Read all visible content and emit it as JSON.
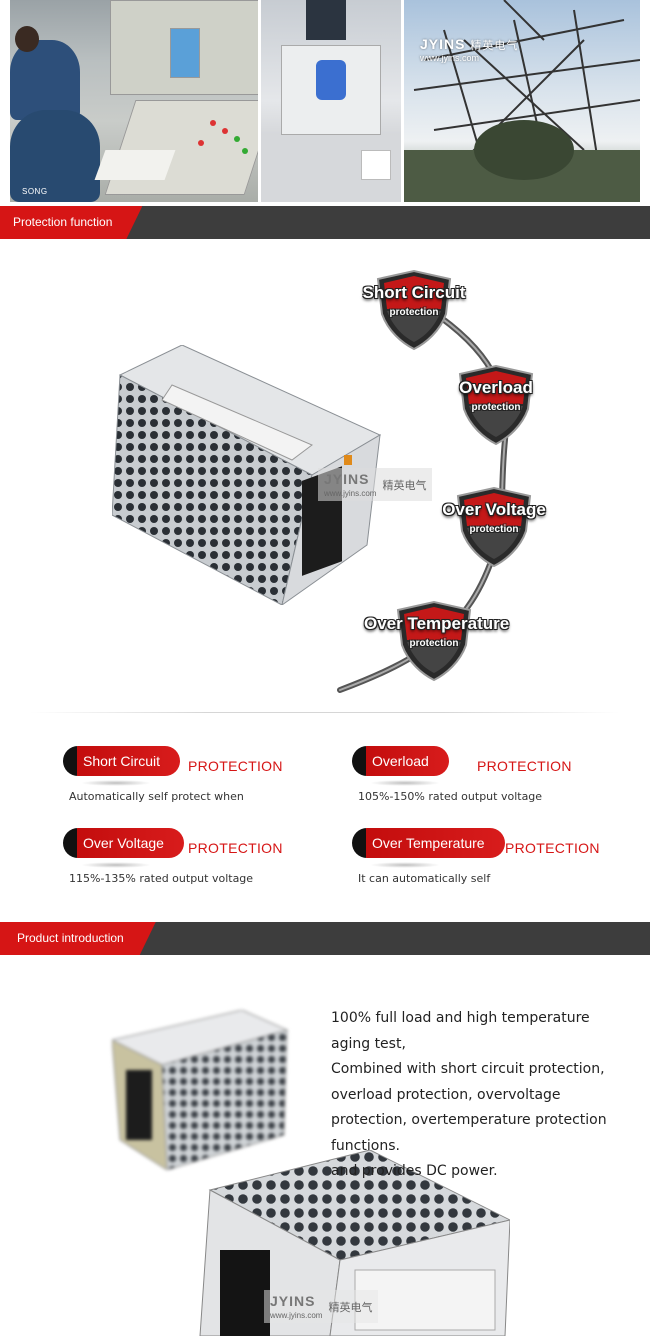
{
  "top_strip": {
    "caption": "SONG",
    "brand": {
      "logo": "JYINS",
      "cn": "精英电气",
      "url": "www.jyins.com"
    }
  },
  "sections": {
    "protection_function": "Protection function",
    "product_introduction": "Product introduction"
  },
  "diagram": {
    "watermark": {
      "logo": "JYINS",
      "cn": "精英电气",
      "url": "www.jyins.com"
    },
    "badges": [
      {
        "title": "Short Circuit",
        "sub": "protection"
      },
      {
        "title": "Overload",
        "sub": "protection"
      },
      {
        "title": "Over Voltage",
        "sub": "protection"
      },
      {
        "title": "Over Temperature",
        "sub": "protection"
      }
    ]
  },
  "protections": [
    {
      "label": "Short Circuit",
      "suffix": "PROTECTION",
      "desc": "Automatically self protect when"
    },
    {
      "label": "Overload",
      "suffix": "PROTECTION",
      "desc": "105%-150% rated output voltage"
    },
    {
      "label": "Over Voltage",
      "suffix": "PROTECTION",
      "desc": "115%-135% rated output voltage"
    },
    {
      "label": "Over Temperature",
      "suffix": "PROTECTION",
      "desc": "It can automatically self"
    }
  ],
  "intro": {
    "paragraphs": [
      "100% full load and high temperature aging test,",
      "Combined with short circuit protection, overload protection, overvoltage protection, overtemperature protection functions.",
      "and provides DC power."
    ],
    "watermark": {
      "logo": "JYINS",
      "cn": "精英电气",
      "url": "www.jyins.com"
    }
  },
  "colors": {
    "accent_red": "#d61515",
    "bar_dark": "#3d3d3d",
    "pill_black": "#111111"
  }
}
